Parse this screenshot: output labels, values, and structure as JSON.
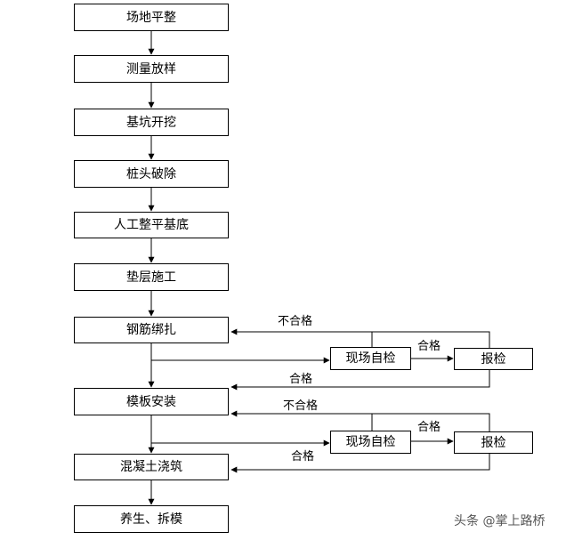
{
  "steps": [
    "场地平整",
    "测量放样",
    "基坑开挖",
    "桩头破除",
    "人工整平基底",
    "垫层施工",
    "钢筋绑扎",
    "模板安装",
    "混凝土浇筑",
    "养生、拆模"
  ],
  "check_loops": [
    {
      "inspection": "现场自检",
      "report": "报检",
      "pass_label": "合格",
      "reinspect_pass_label": "合格",
      "fail_label": "不合格"
    },
    {
      "inspection": "现场自检",
      "report": "报检",
      "pass_label": "合格",
      "reinspect_pass_label": "合格",
      "fail_label": "不合格"
    }
  ],
  "watermark": "头条 @掌上路桥"
}
